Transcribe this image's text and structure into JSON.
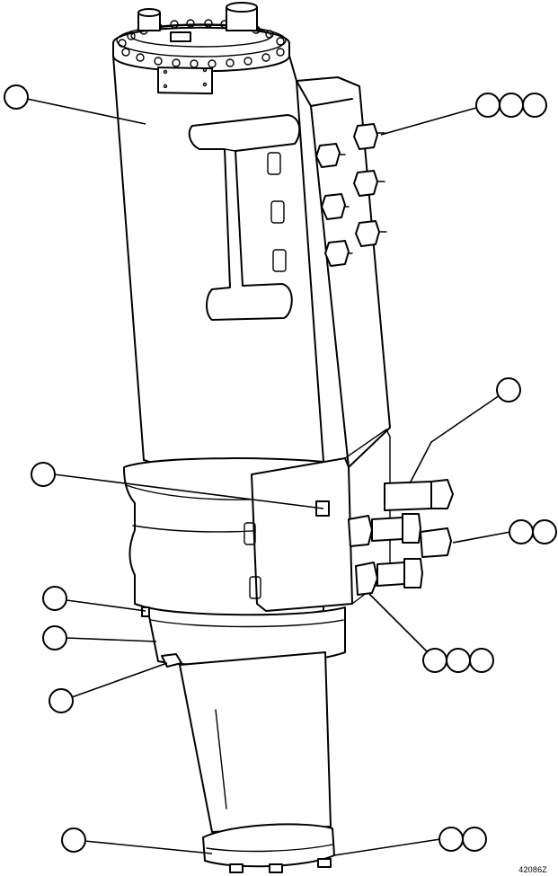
{
  "drawing": {
    "figure_code": "42086Z"
  },
  "callouts": [
    {
      "id": "c1",
      "group": "upper-left",
      "count": 1
    },
    {
      "id": "c2",
      "group": "top-right",
      "count": 3
    },
    {
      "id": "c3",
      "group": "right-mid",
      "count": 1
    },
    {
      "id": "c4",
      "group": "left-mid",
      "count": 1
    },
    {
      "id": "c5",
      "group": "right-lower",
      "count": 2
    },
    {
      "id": "c6",
      "group": "left-lower-a",
      "count": 1
    },
    {
      "id": "c7",
      "group": "left-lower-b",
      "count": 1
    },
    {
      "id": "c8",
      "group": "bottom-right",
      "count": 3
    },
    {
      "id": "c9",
      "group": "left-lower-c",
      "count": 1
    },
    {
      "id": "c10",
      "group": "bottom-left",
      "count": 1
    },
    {
      "id": "c11",
      "group": "bottom-right-b",
      "count": 2
    }
  ]
}
